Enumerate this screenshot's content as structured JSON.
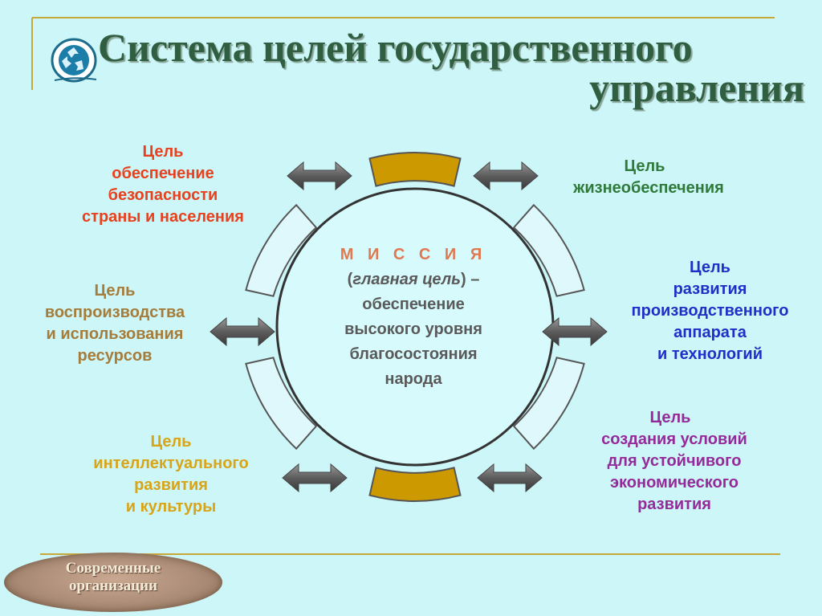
{
  "title": {
    "line1": "Система целей государственного",
    "line2": "управления"
  },
  "logo_icon": "recycle-globe-icon",
  "mission": {
    "heading": "М И С С И Я",
    "subtitle_open": "(",
    "subtitle_em": "главная цель",
    "subtitle_close": ") –",
    "line1": "обеспечение",
    "line2": "высокого уровня",
    "line3": "благосостояния",
    "line4": "народа"
  },
  "goals": {
    "security": {
      "color": "#e8411e",
      "lines": [
        "Цель",
        "обеспечение",
        "безопасности",
        "страны и населения"
      ]
    },
    "life_support": {
      "color": "#2f7a3a",
      "lines": [
        "Цель",
        "жизнеобеспечения"
      ]
    },
    "resources": {
      "color": "#a67c3a",
      "lines": [
        "Цель",
        "воспроизводства",
        "и использования",
        "ресурсов"
      ]
    },
    "production": {
      "color": "#1f2fc8",
      "lines": [
        "Цель",
        "развития",
        "производственного",
        "аппарата",
        "и технологий"
      ]
    },
    "intellectual": {
      "color": "#d8a418",
      "lines": [
        "Цель",
        "интеллектуального",
        "развития",
        "и культуры"
      ]
    },
    "economic": {
      "color": "#952a9a",
      "lines": [
        "Цель",
        "создания условий",
        "для устойчивого",
        "экономического",
        "развития"
      ]
    }
  },
  "badge": {
    "line1": "Современные",
    "line2": "организации"
  },
  "colors": {
    "background": "#ccf6f8",
    "title": "#2f5e40",
    "segment_gold": "#cc9900",
    "segment_light": "#dff8fb",
    "arrow": "#666666",
    "rule": "#c8a838"
  }
}
